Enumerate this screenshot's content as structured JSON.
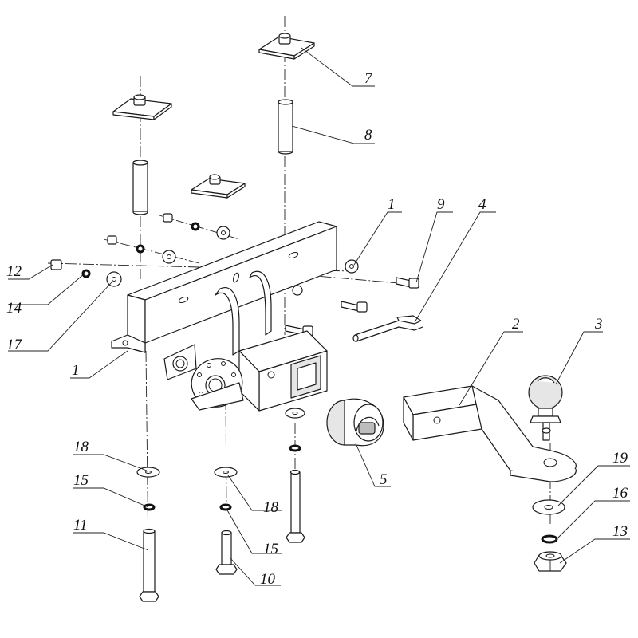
{
  "callouts": [
    {
      "id": "c7",
      "label": "7"
    },
    {
      "id": "c8",
      "label": "8"
    },
    {
      "id": "c1a",
      "label": "1"
    },
    {
      "id": "c9",
      "label": "9"
    },
    {
      "id": "c4",
      "label": "4"
    },
    {
      "id": "c12",
      "label": "12"
    },
    {
      "id": "c14",
      "label": "14"
    },
    {
      "id": "c17",
      "label": "17"
    },
    {
      "id": "c1b",
      "label": "1"
    },
    {
      "id": "c2",
      "label": "2"
    },
    {
      "id": "c3",
      "label": "3"
    },
    {
      "id": "c5",
      "label": "5"
    },
    {
      "id": "c18a",
      "label": "18"
    },
    {
      "id": "c15a",
      "label": "15"
    },
    {
      "id": "c11",
      "label": "11"
    },
    {
      "id": "c18b",
      "label": "18"
    },
    {
      "id": "c15b",
      "label": "15"
    },
    {
      "id": "c10",
      "label": "10"
    },
    {
      "id": "c19",
      "label": "19"
    },
    {
      "id": "c16",
      "label": "16"
    },
    {
      "id": "c13",
      "label": "13"
    }
  ],
  "colors": {
    "line": "#1a1a1a",
    "background": "#ffffff"
  }
}
